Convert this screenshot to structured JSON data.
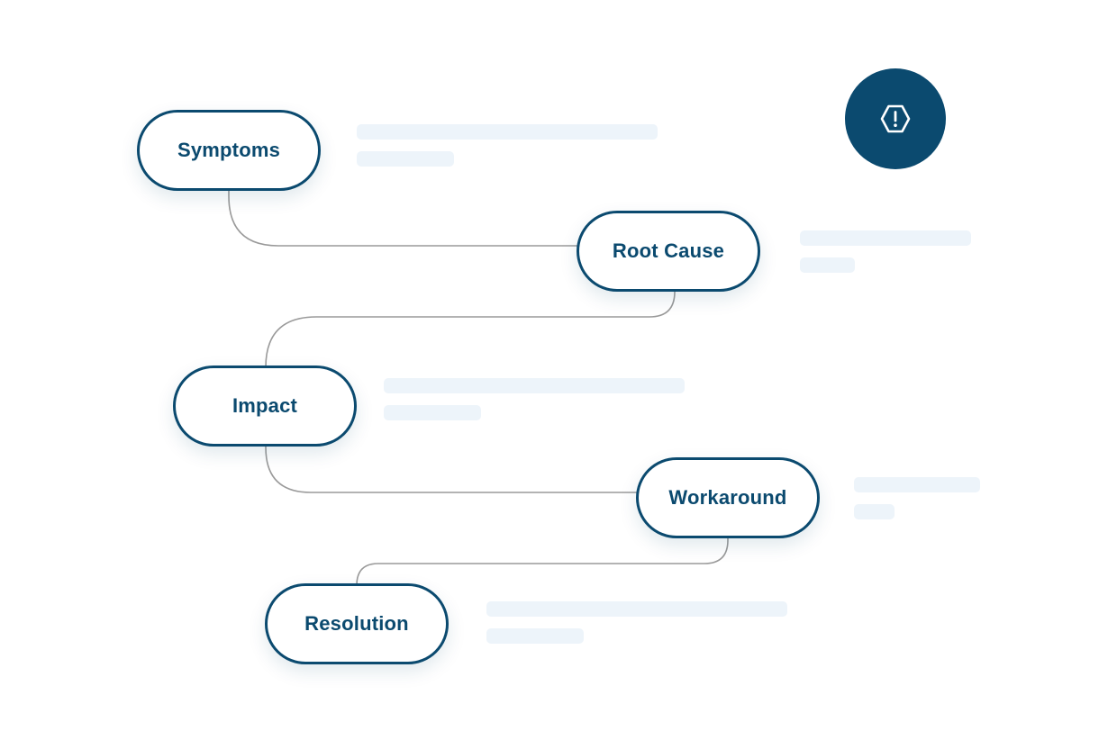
{
  "theme": {
    "accent": "#0b4a6f",
    "connector": "#9a9a9a",
    "placeholder": "#edf4fa",
    "background": "#ffffff"
  },
  "badge": {
    "icon": "warning-hexagon-icon"
  },
  "nodes": [
    {
      "label": "Symptoms"
    },
    {
      "label": "Root Cause"
    },
    {
      "label": "Impact"
    },
    {
      "label": "Workaround"
    },
    {
      "label": "Resolution"
    }
  ]
}
